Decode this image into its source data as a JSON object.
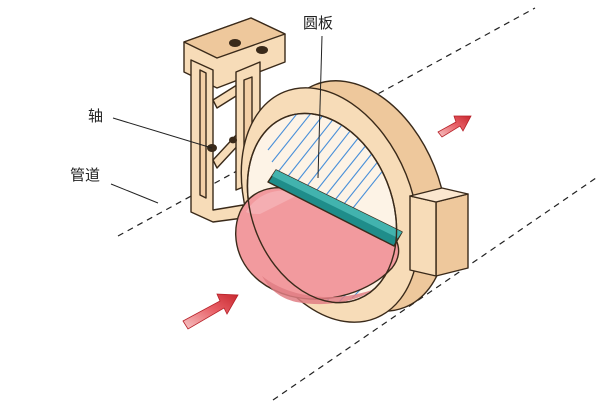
{
  "labels": {
    "disc": "圆板",
    "shaft": "轴",
    "pipe": "管道"
  },
  "colors": {
    "body": "#f7dcb8",
    "disc": "#f29a9e",
    "shaft": "#1f8d8a",
    "hatch": "#4a90d9",
    "arrow": "#e0484f"
  }
}
